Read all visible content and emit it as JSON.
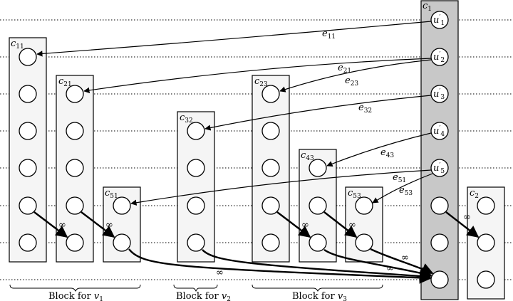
{
  "clusters": [
    {
      "id": "c11",
      "main": "c",
      "sub": "11"
    },
    {
      "id": "c21",
      "main": "c",
      "sub": "21"
    },
    {
      "id": "c51",
      "main": "c",
      "sub": "51"
    },
    {
      "id": "c32",
      "main": "c",
      "sub": "32"
    },
    {
      "id": "c23",
      "main": "c",
      "sub": "23"
    },
    {
      "id": "c43",
      "main": "c",
      "sub": "43"
    },
    {
      "id": "c53",
      "main": "c",
      "sub": "53"
    },
    {
      "id": "c1",
      "main": "c",
      "sub": "1"
    },
    {
      "id": "c2",
      "main": "c",
      "sub": "2"
    }
  ],
  "terminals": [
    {
      "main": "u",
      "prime": "′",
      "sub": "1"
    },
    {
      "main": "u",
      "prime": "′",
      "sub": "2"
    },
    {
      "main": "u",
      "prime": "′",
      "sub": "3"
    },
    {
      "main": "u",
      "prime": "′",
      "sub": "4"
    },
    {
      "main": "u",
      "prime": "′",
      "sub": "5"
    }
  ],
  "edges": [
    {
      "main": "e",
      "sub": "11"
    },
    {
      "main": "e",
      "sub": "21"
    },
    {
      "main": "e",
      "sub": "23"
    },
    {
      "main": "e",
      "sub": "32"
    },
    {
      "main": "e",
      "sub": "43"
    },
    {
      "main": "e",
      "sub": "51"
    },
    {
      "main": "e",
      "sub": "53"
    }
  ],
  "infinity_symbol": "∞",
  "blocks": [
    {
      "text": "Block for ",
      "var": "v",
      "sub": "1"
    },
    {
      "text": "Block for ",
      "var": "v",
      "sub": "2"
    },
    {
      "text": "Block for ",
      "var": "v",
      "sub": "3"
    }
  ],
  "colors": {
    "highlight_box": "#c8c8c8",
    "box": "#f5f5f5",
    "line": "#000000"
  }
}
